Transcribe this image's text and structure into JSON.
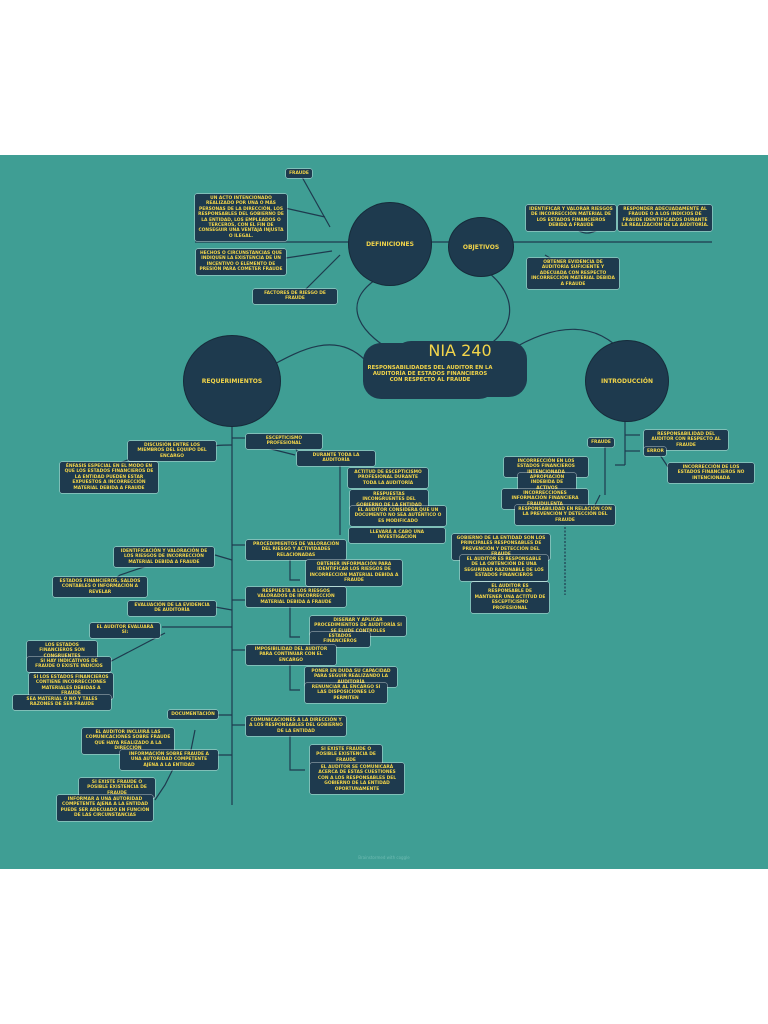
{
  "center": {
    "title": "NIA 240",
    "subtitle": "RESPONSABILIDADES DEL AUDITOR EN LA AUDITORÍA DE ESTADOS FINANCIEROS CON RESPECTO AL FRAUDE"
  },
  "circles": {
    "definiciones": "DEFINICIONES",
    "objetivos": "OBJETIVOS",
    "requerimientos": "REQUERIMIENTOS",
    "introduccion": "INTRODUCCIÓN"
  },
  "definiciones": {
    "fraude": "FRAUDE",
    "fraude_def": "UN ACTO INTENCIONADO REALIZADO POR UNA O MÁS PERSONAS DE LA DIRECCIÓN, LOS RESPONSABLES DEL GOBIERNO DE LA ENTIDAD, LOS EMPLEADOS O TERCEROS, CON EL FIN DE CONSEGUIR UNA VENTAJA INJUSTA O ILEGAL.",
    "factores_def": "HECHOS O CIRCUNSTANCIAS QUE INDIQUEN LA EXISTENCIA DE UN INCENTIVO O ELEMENTO DE PRESIÓN PARA COMETER FRAUDE",
    "factores": "FACTORES DE RIESGO DE FRAUDE"
  },
  "objetivos": {
    "o1": "IDENTIFICAR Y VALORAR RIESGOS DE INCORRECCIÓN MATERIAL DE LOS ESTADOS FINANCIEROS DEBIDA A FRAUDE",
    "o2": "RESPONDER ADECUADAMENTE AL FRAUDE O A LOS INDICIOS DE FRAUDE IDENTIFICADOS DURANTE LA REALIZACIÓN DE LA AUDITORÍA.",
    "o3": "OBTENER EVIDENCIA DE AUDITORÍA SUFICIENTE Y ADECUADA CON RESPECTO INCORRECCIÓN MATERIAL DEBIDA A FRAUDE"
  },
  "introduccion": {
    "responsabilidad": "RESPONSABILIDAD DEL AUDITOR CON RESPECTO AL FRAUDE",
    "error": "ERROR",
    "error_def": "INCORRECCIÓN DE LOS ESTADOS FINANCIEROS NO INTENCIONADA",
    "fraude": "FRAUDE",
    "f1": "INCORRECCIÓN EN LOS ESTADOS FINANCIEROS INTENCIONADA",
    "f2": "APROPIACIÓN INDEBIDA DE ACTIVOS",
    "f3": "INCORRECCIONES INFORMACIÓN FINANCIERA FRAUDULENTA",
    "prevencion": "RESPONSABILIDAD EN RELACIÓN CON LA PREVENCIÓN Y DETECCIÓN DEL FRAUDE",
    "p1": "GOBIERNO DE LA ENTIDAD SON LOS PRINCIPALES RESPONSABLES DE PREVENCIÓN Y DETECCIÓN DEL FRAUDE",
    "p2": "EL AUDITOR ES RESPONSABLE DE LA OBTENCIÓN DE UNA SEGURIDAD RAZONABLE DE LOS ESTADOS FINANCIEROS",
    "p3": "EL AUDITOR ES RESPONSABLE DE MANTENER UNA ACTITUD DE ESCEPTICISMO PROFESIONAL"
  },
  "requerimientos": {
    "discusion": "DISCUSIÓN ENTRE LOS MIEMBROS DEL EQUIPO DEL ENCARGO",
    "enfasis": "ÉNFASIS ESPECIAL EN EL MODO EN QUE LOS ESTADOS FINANCIEROS DE LA ENTIDAD PUEDEN ESTAR EXPUESTOS A INCORRECCIÓN MATERIAL DEBIDA A FRAUDE",
    "identificacion": "IDENTIFICACIÓN Y VALORACIÓN DE LOS RIESGOS DE INCORRECCIÓN MATERIAL DEBIDA A FRAUDE",
    "estados_saldos": "ESTADOS FINANCIEROS, SALDOS CONTABLES O INFORMACIÓN A REVELAR",
    "evaluacion": "EVALUACIÓN DE LA EVIDENCIA DE AUDITORÍA",
    "evaluara": "EL AUDITOR EVALUARÁ SI:",
    "e1": "LOS ESTADOS FINANCIEROS SON CONGRUENTES",
    "e2": "SI HAY INDICATIVOS DE FRAUDE O EXISTE INDICIOS",
    "e3": "SI LOS ESTADOS FINANCIEROS CONTIENE INCORRECCIONES MATERIALES DEBIDAS A FRAUDE",
    "e4": "SEA MATERIAL O NO Y TALES RAZONES DE SER FRAUDE",
    "documentacion": "DOCUMENTACIÓN",
    "doc1": "EL AUDITOR INCLUIRÁ LAS COMUNICACIONES SOBRE FRAUDE QUE HAYA REALIZADO A LA DIRECCIÓN",
    "doc2": "INFORMACIÓN SOBRE FRAUDE A UNA AUTORIDAD COMPETENTE AJENA A LA ENTIDAD",
    "doc3": "SI EXISTE FRAUDE O POSIBLE EXISTENCIA DE FRAUDE",
    "doc4": "INFORMAR A UNA AUTORIDAD COMPETENTE AJENA A LA ENTIDAD PUEDE SER ADECUADO EN FUNCIÓN DE LAS CIRCUNSTANCIAS",
    "escepticismo": "ESCEPTICISMO PROFESIONAL",
    "durante": "DURANTE TODA LA AUDITORÍA",
    "d1": "ACTITUD DE ESCEPTICISMO PROFESIONAL DURANTE TODA LA AUDITORÍA",
    "d2": "RESPUESTAS INCONGRUENTES DEL GOBIERNO DE LA ENTIDAD",
    "d3": "EL AUDITOR CONSIDERA QUE UN DOCUMENTO NO SEA AUTÉNTICO O ES MODIFICADO",
    "d4": "LLEVARÁ A CABO UNA INVESTIGACIÓN",
    "procedimientos": "PROCEDIMIENTOS DE VALORACIÓN DEL RIESGO Y ACTIVIDADES RELACIONADAS",
    "obtener": "OBTENER INFORMACIÓN PARA IDENTIFICAR LOS RIESGOS DE INCORRECCIÓN MATERIAL DEBIDA A FRAUDE",
    "respuesta": "RESPUESTA A LOS RIESGOS VALORADOS DE INCORRECCIÓN MATERIAL DEBIDA A FRAUDE",
    "r1": "DISEÑAR Y APLICAR PROCEDIMIENTOS DE AUDITORÍA SI SE ELUDE CONTROLES",
    "r2": "ESTADOS FINANCIEROS",
    "imposibilidad": "IMPOSIBILIDAD DEL AUDITOR PARA CONTINUAR CON EL ENCARGO",
    "i1": "PONER EN DUDA SU CAPACIDAD PARA SEGUIR REALIZANDO LA AUDITORÍA",
    "i2": "RENUNCIAR AL ENCARGO SI LAS DISPOSICIONES LO PERMITEN",
    "comunicaciones": "COMUNICACIONES A LA DIRECCIÓN Y A LOS RESPONSABLES DEL GOBIERNO DE LA ENTIDAD",
    "c1": "SI EXISTE FRAUDE O POSIBLE EXISTENCIA DE FRAUDE",
    "c2": "EL AUDITOR SE COMUNICARÁ ACERCA DE ESTAS CUESTIONES CON A LOS RESPONSABLES DEL GOBIERNO DE LA ENTIDAD OPORTUNAMENTE"
  },
  "footer": "Brainstormed with coggle",
  "colors": {
    "background": "#3f9e94",
    "node": "#1e3a4e",
    "text": "#f3d54a",
    "line": "#1e3a4e"
  }
}
